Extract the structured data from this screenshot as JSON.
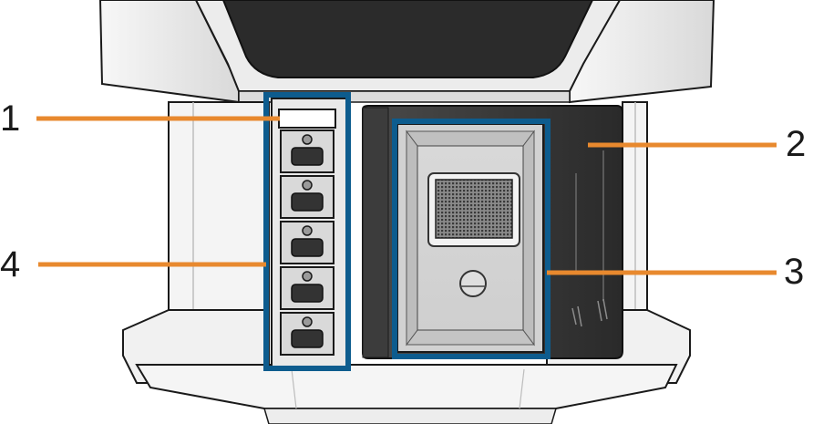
{
  "callouts": {
    "c1": "1",
    "c2": "2",
    "c3": "3",
    "c4": "4"
  },
  "colors": {
    "leader_line": "#e8892e",
    "highlight_frame": "#0d5c8e",
    "device_dark": "#2b2b2b",
    "device_light": "#f2f2f2",
    "outline": "#1a1a1a"
  },
  "slots": [
    {
      "id": 1
    },
    {
      "id": 2
    },
    {
      "id": 3
    },
    {
      "id": 4
    },
    {
      "id": 5
    }
  ]
}
